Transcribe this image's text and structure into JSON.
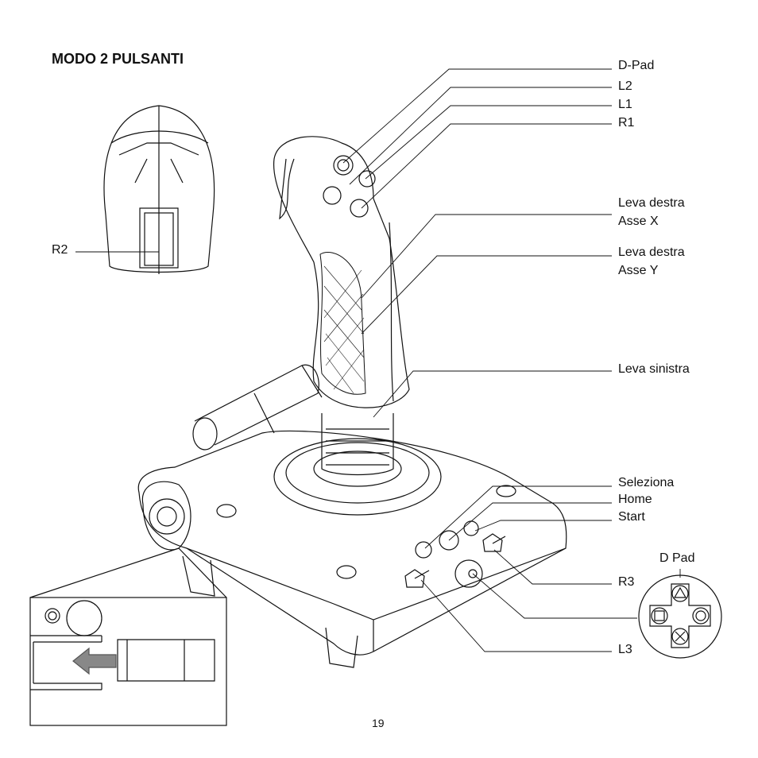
{
  "title": "MODO 2 PULSANTI",
  "labels": {
    "dpad": "D-Pad",
    "l2": "L2",
    "l1": "L1",
    "r1": "R1",
    "right_x_1": "Leva destra",
    "right_x_2": "Asse X",
    "right_y_1": "Leva destra",
    "right_y_2": "Asse Y",
    "left_stick": "Leva sinistra",
    "select": "Seleziona",
    "home": "Home",
    "start": "Start",
    "r3": "R3",
    "l3": "L3",
    "r2": "R2",
    "dpad_inset": "D Pad"
  },
  "page_number": "19"
}
